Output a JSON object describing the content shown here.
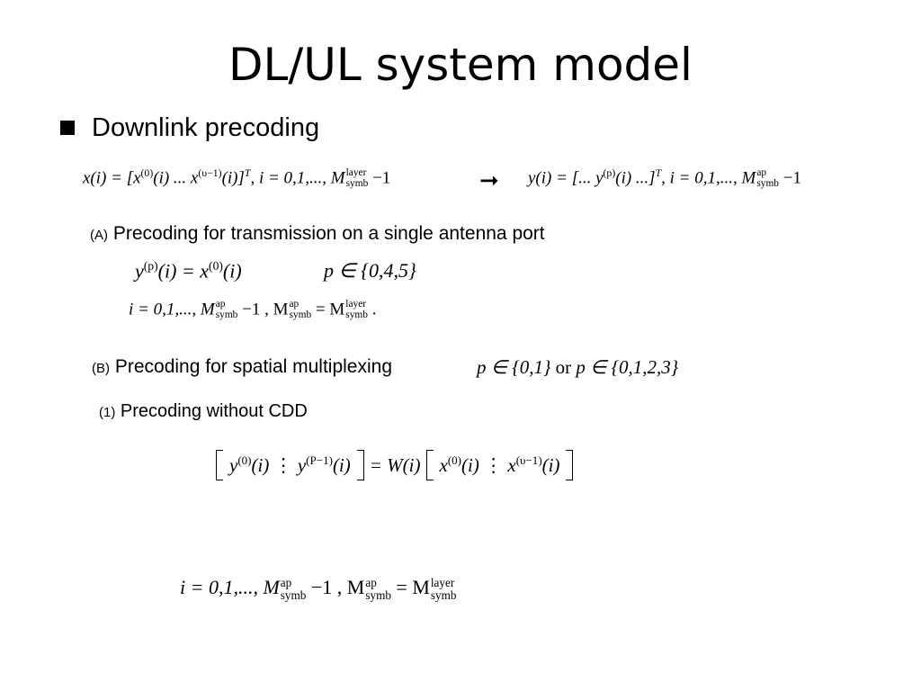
{
  "slide": {
    "title": "DL/UL system model",
    "bullet": "Downlink precoding"
  },
  "eq_top": {
    "lhs": "x(i) = [x",
    "sup0": "(0)",
    "mid": "(i)   ...   x",
    "sup_v": "(υ−1)",
    "end": "(i)]",
    "T": "T",
    "range": ", i = 0,1,..., M",
    "layer": "layer",
    "symb": "symb",
    "minus": "−1",
    "arrow": "➞",
    "rhs": "y(i) = [...   y",
    "sup_p": "(p)",
    "rhs_mid": "(i)   ...]",
    "rhs_range": ", i = 0,1,..., M",
    "ap": "ap"
  },
  "section_a": {
    "tag": "(A)",
    "text": "Precoding for transmission on a single antenna port",
    "eq1": "y",
    "eq1_sup": "(p)",
    "eq1_mid": "(i) = x",
    "eq1_sup0": "(0)",
    "eq1_end": "(i)",
    "eq1_set": "p ∈ {0,4,5}",
    "eq2_a": "i = 0,1,..., M",
    "eq2_b": " −1 ,  M",
    "eq2_c": " = M",
    "eq2_end": " ."
  },
  "section_b": {
    "tag": "(B)",
    "text": "Precoding for spatial multiplexing",
    "set1": "p ∈ {0,1}",
    "or": "or",
    "set2": "p ∈ {0,1,2,3}"
  },
  "section_1": {
    "tag": "(1)",
    "text": "Precoding without CDD"
  },
  "matrix_eq": {
    "y_top": "y",
    "y_top_sup": "(0)",
    "arg": "(i)",
    "vdots": "⋮",
    "y_bot_sup": "(P−1)",
    "eq": "= W(i)",
    "x_top": "x",
    "x_top_sup": "(0)",
    "x_bot_sup": "(υ−1)"
  },
  "bottom_eq": {
    "a": "i = 0,1,..., M",
    "b": " −1 ,  M",
    "c": " = M"
  }
}
